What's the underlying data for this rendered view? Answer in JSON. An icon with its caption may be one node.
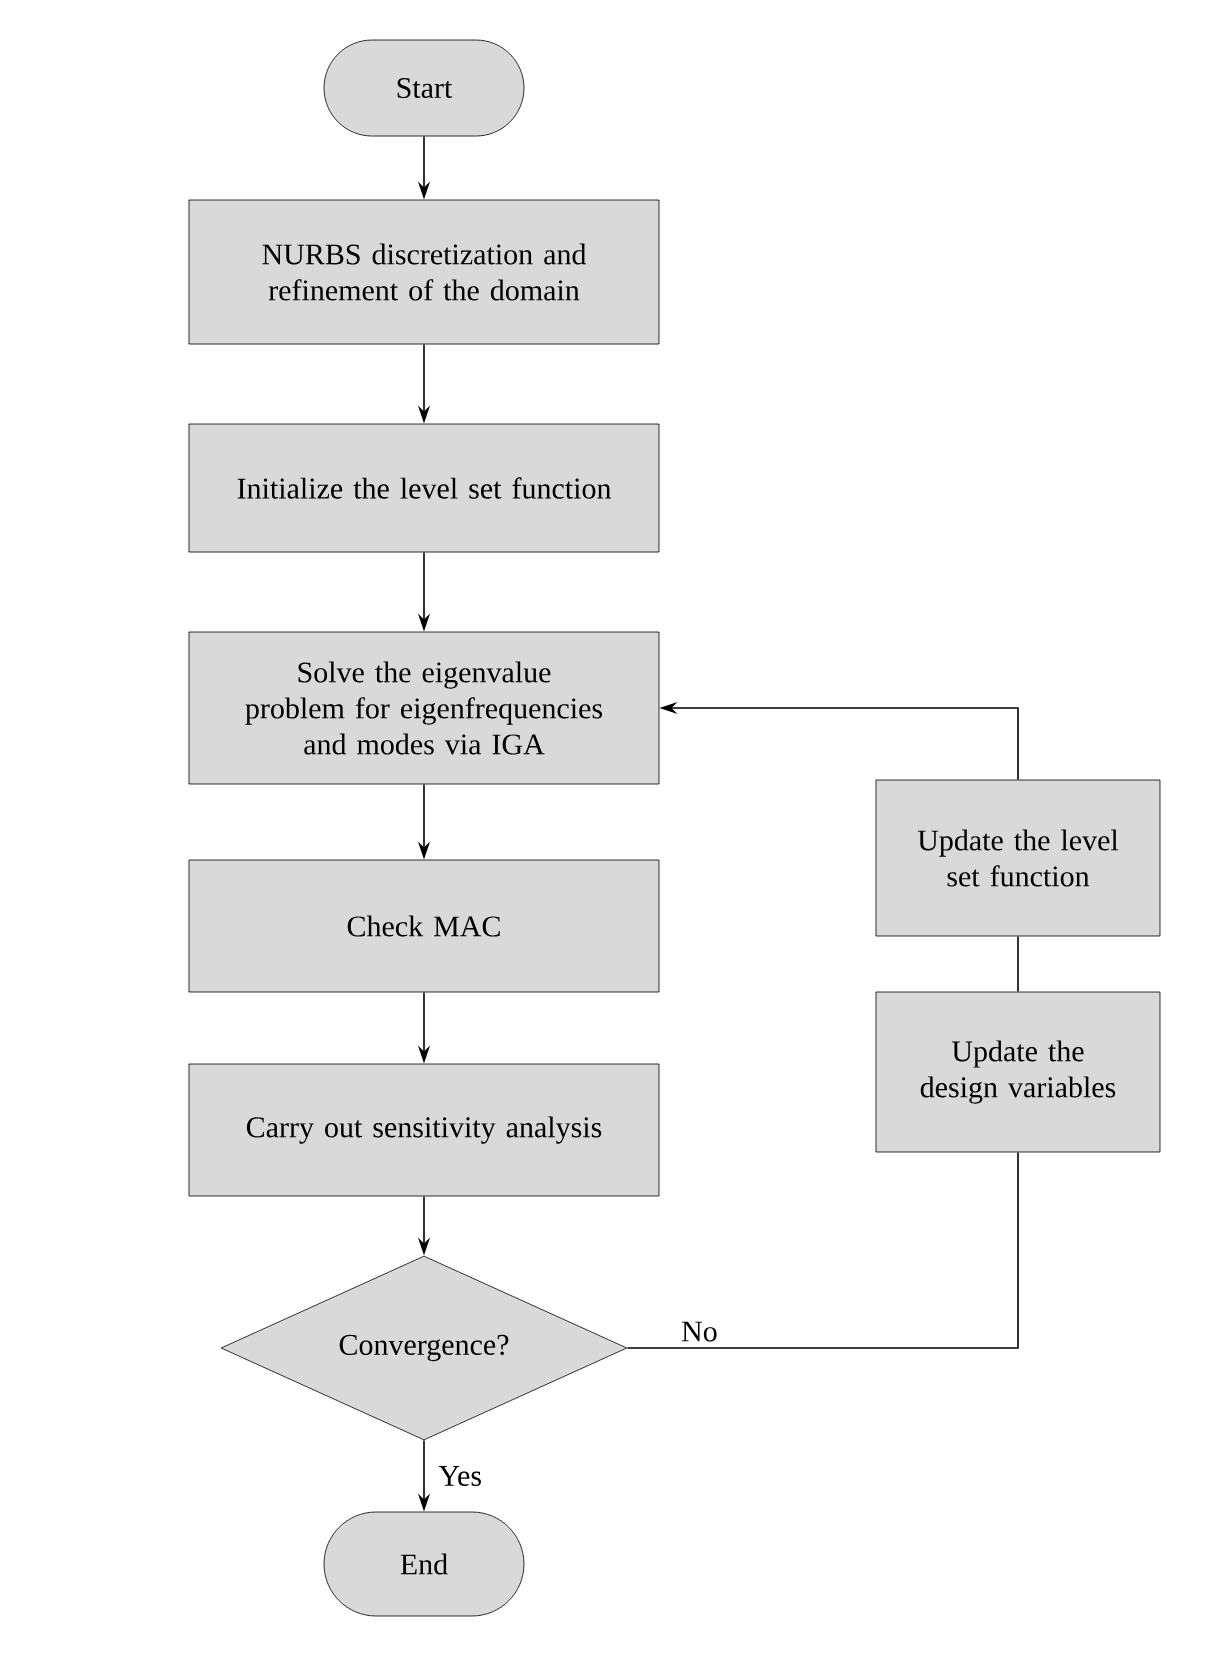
{
  "diagram": {
    "nodes": [
      {
        "text": [
          "Start"
        ]
      },
      {
        "text": [
          "NURBS discretization and refinement of the domain"
        ]
      },
      {
        "text": [
          "Initialize the level set function"
        ]
      },
      {
        "text": [
          "Solve the eigenvalue problem for eigenfrequencies and modes via IGA"
        ]
      },
      {
        "text": [
          "Check MAC"
        ]
      },
      {
        "text": [
          "Carry out sensitivity analysis"
        ]
      },
      {
        "text": [
          "Convergence?"
        ]
      },
      {
        "text": [
          "End"
        ]
      },
      {
        "text": [
          "Update the level set function"
        ]
      },
      {
        "text": [
          "Update the design variables"
        ]
      }
    ],
    "edges": [
      {
        "from": 0,
        "to": 1,
        "arrow": "to"
      },
      {
        "from": 1,
        "to": 2,
        "arrow": "to"
      },
      {
        "from": 2,
        "to": 3,
        "arrow": "to"
      },
      {
        "from": 3,
        "to": 4,
        "arrow": "to"
      },
      {
        "from": 4,
        "to": 5,
        "arrow": "to"
      },
      {
        "from": 5,
        "to": 6,
        "arrow": "to"
      },
      {
        "from": 6,
        "to": 7,
        "arrow": "to",
        "label": "Yes"
      },
      {
        "from": 6,
        "to": 9,
        "arrow": "none",
        "label": "No"
      },
      {
        "from": 9,
        "to": 8,
        "arrow": "none"
      },
      {
        "from": 8,
        "to": 3,
        "arrow": "to"
      }
    ]
  }
}
